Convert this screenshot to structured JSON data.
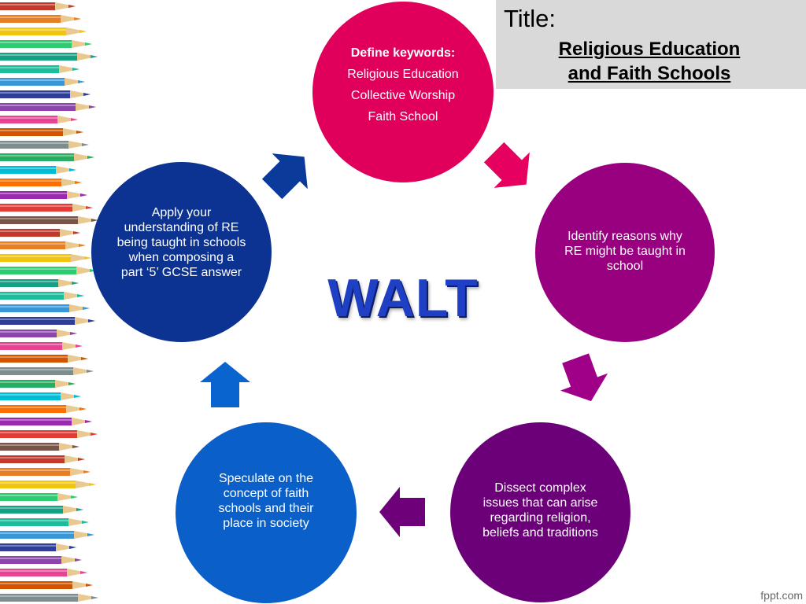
{
  "title": {
    "label": "Title:",
    "text": "Religious Education and Faith Schools"
  },
  "center_label": "WALT",
  "nodes": {
    "top": {
      "heading": "Define keywords:",
      "items": [
        "Religious Education",
        "Collective Worship",
        "Faith School"
      ]
    },
    "right": "Identify reasons why RE might be taught in school",
    "bottom_right": "Dissect complex issues that can arise regarding religion, beliefs and traditions",
    "bottom_left": "Speculate on the concept of faith schools and their place in society",
    "left": "Apply your understanding of RE being taught in schools when composing a part ‘5’ GCSE answer"
  },
  "colors": {
    "top": "#e0005c",
    "right": "#990080",
    "bottom_right": "#6b0078",
    "bottom_left": "#0a5fc8",
    "left": "#0c3391",
    "arrow_top_right": "#e6005f",
    "arrow_right": "#a00088",
    "arrow_bottom": "#6e007a",
    "arrow_left": "#0a64cf",
    "arrow_top_left": "#0a3b9b"
  },
  "footer": "fppt.com"
}
